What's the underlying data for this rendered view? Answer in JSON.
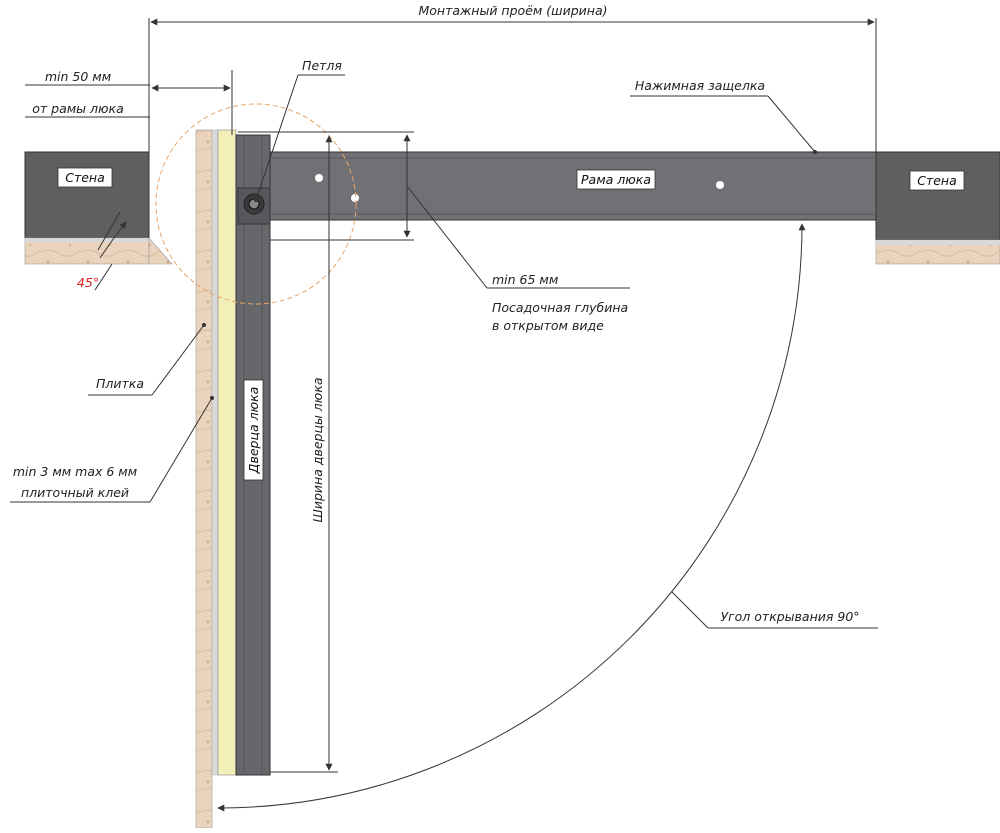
{
  "colors": {
    "wall": "#5f5f62",
    "frame": "#707075",
    "door": "#66676b",
    "insulation": "#f3efb8",
    "tile": "#ead4bd",
    "adhesive": "#d9d9d9",
    "angle_accent": "#d22222"
  },
  "labels": {
    "opening_width": "Монтажный проём (ширина)",
    "hinge": "Петля",
    "push_latch": "Нажимная защелка",
    "gap_line1": "min 50 мм",
    "gap_line2": "от рамы люка",
    "wall_left": "Стена",
    "wall_right": "Стена",
    "frame": "Рама люка",
    "angle": "45°",
    "depth_line1": "min 65 мм",
    "depth_line2": "Посадочная глубина",
    "depth_line3": "в открытом виде",
    "tile": "Плитка",
    "adhesive_line1": "min 3 мм max 6 мм",
    "adhesive_line2": "плиточный клей",
    "door": "Дверца люка",
    "door_width": "Ширина дверцы люка",
    "opening_angle": "Угол открывания 90°"
  }
}
